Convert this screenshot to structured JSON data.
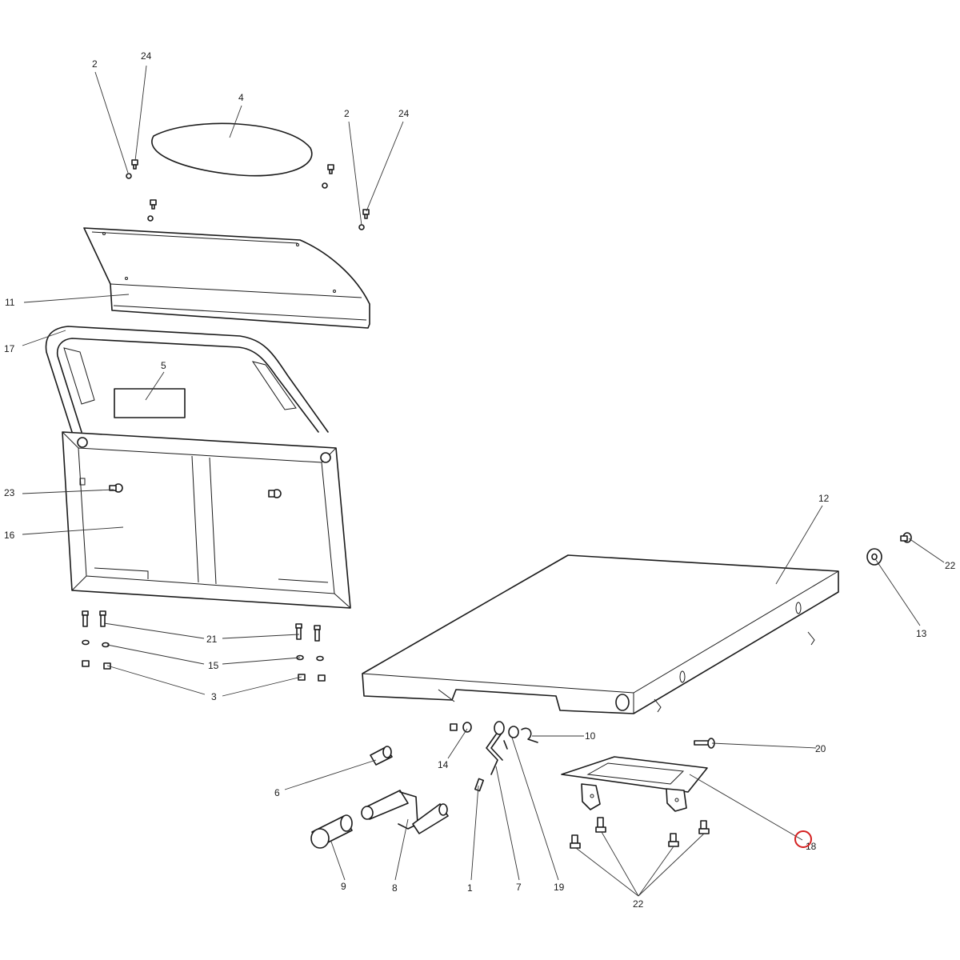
{
  "colors": {
    "line": "#1a1a1a",
    "highlight": "#d42020",
    "background": "#ffffff"
  },
  "callouts": {
    "c1": "1",
    "c2a": "2",
    "c2b": "2",
    "c3": "3",
    "c4": "4",
    "c5": "5",
    "c6": "6",
    "c7": "7",
    "c8": "8",
    "c9": "9",
    "c10": "10",
    "c11": "11",
    "c12": "12",
    "c13": "13",
    "c14": "14",
    "c15": "15",
    "c16": "16",
    "c17": "17",
    "c18": "18",
    "c19": "19",
    "c20": "20",
    "c21": "21",
    "c22a": "22",
    "c22b": "22",
    "c23": "23",
    "c24a": "24",
    "c24b": "24"
  },
  "highlighted_callout": "18"
}
